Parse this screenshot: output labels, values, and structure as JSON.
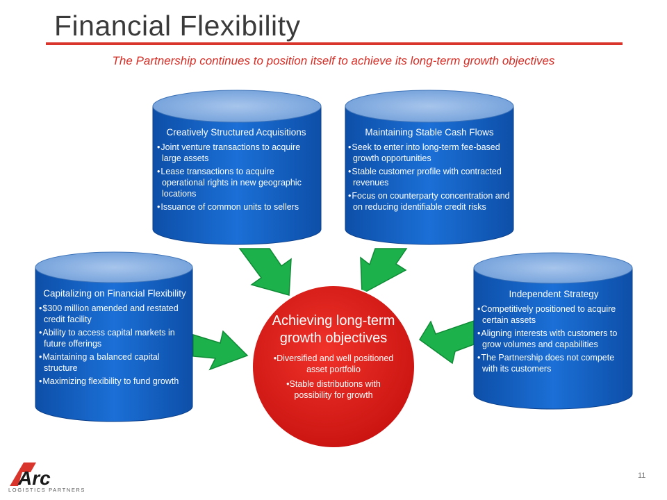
{
  "title": "Financial Flexibility",
  "subtitle": "The Partnership continues to position itself to achieve its long-term growth objectives",
  "center": {
    "heading": "Achieving long-term growth objectives",
    "bullets": [
      "Diversified and well positioned asset portfolio",
      "Stable distributions with possibility for growth"
    ]
  },
  "cylinders": {
    "acquisitions": {
      "heading": "Creatively Structured Acquisitions",
      "bullets": [
        "Joint venture transactions to acquire large assets",
        "Lease transactions to acquire operational rights in new geographic locations",
        "Issuance of common units to sellers"
      ]
    },
    "cashflows": {
      "heading": "Maintaining Stable Cash Flows",
      "bullets": [
        "Seek to enter into long-term fee-based growth opportunities",
        "Stable customer profile with contracted revenues",
        "Focus on counterparty concentration and on reducing identifiable credit risks"
      ]
    },
    "financial": {
      "heading": "Capitalizing on Financial Flexibility",
      "bullets": [
        "$300 million amended and restated credit facility",
        "Ability to access capital markets in future offerings",
        "Maintaining a balanced capital structure",
        "Maximizing flexibility to fund growth"
      ]
    },
    "independent": {
      "heading": "Independent Strategy",
      "bullets": [
        "Competitively positioned to acquire certain assets",
        "Aligning interests with customers to grow volumes and capabilities",
        "The Partnership does not compete with its customers"
      ]
    }
  },
  "logo": {
    "name": "Arc",
    "tagline": "LOGISTICS PARTNERS"
  },
  "page_number": "11",
  "colors": {
    "accent": "#d9352d",
    "cylinder": "#1565c8",
    "cylinder_top": "#8fb4e3",
    "arrow": "#1db14b",
    "center": "#e3201f"
  }
}
